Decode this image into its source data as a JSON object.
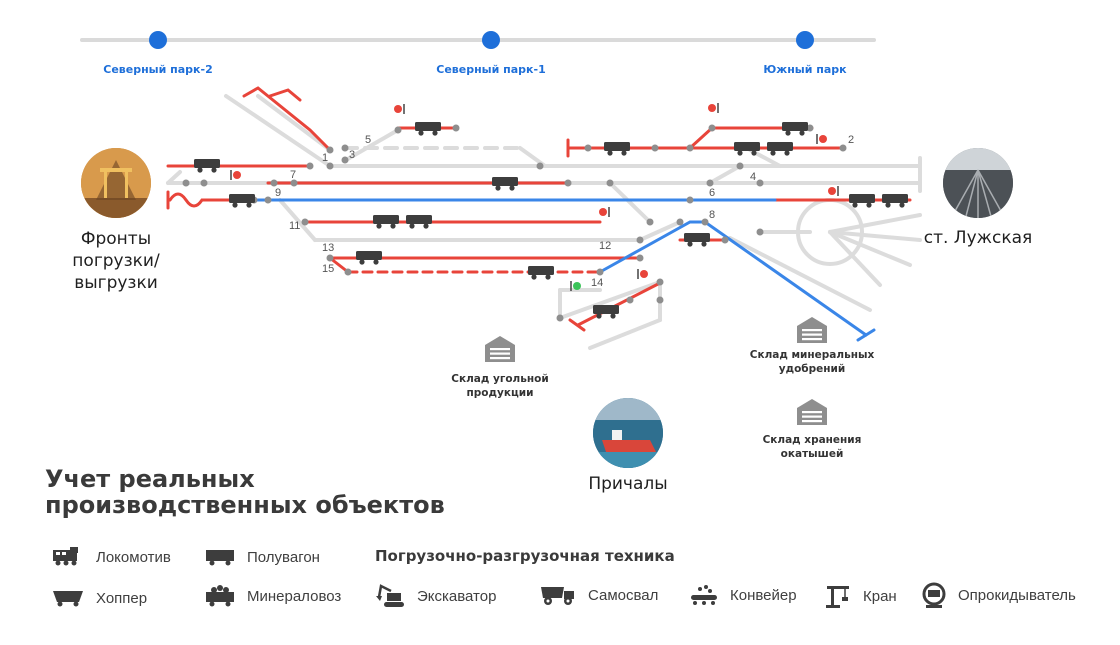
{
  "parks": [
    {
      "label": "Северный парк-2"
    },
    {
      "label": "Северный парк-1"
    },
    {
      "label": "Южный парк"
    }
  ],
  "places": {
    "fronts": [
      "Фронты",
      "погрузки/",
      "выгрузки"
    ],
    "station": "ст. Лужская",
    "berths": "Причалы"
  },
  "warehouses": {
    "coal": [
      "Склад угольной",
      "продукции"
    ],
    "fertilizer": [
      "Склад минеральных",
      "удобрений"
    ],
    "pellets": [
      "Склад хранения",
      "окатышей"
    ]
  },
  "track_numbers": [
    "1",
    "2",
    "3",
    "4",
    "5",
    "6",
    "7",
    "8",
    "9",
    "11",
    "12",
    "13",
    "14",
    "15"
  ],
  "title_lines": [
    "Учет реальных",
    "производственных объектов"
  ],
  "legend": {
    "heading": "Погрузочно-разгрузочная техника",
    "items": [
      {
        "label": "Локомотив",
        "icon": "locomotive-icon"
      },
      {
        "label": "Полувагон",
        "icon": "gondola-icon"
      },
      {
        "label": "Хоппер",
        "icon": "hopper-icon"
      },
      {
        "label": "Минераловоз",
        "icon": "mineral-car-icon"
      },
      {
        "label": "Экскаватор",
        "icon": "excavator-icon"
      },
      {
        "label": "Самосвал",
        "icon": "dump-truck-icon"
      },
      {
        "label": "Конвейер",
        "icon": "conveyor-icon"
      },
      {
        "label": "Кран",
        "icon": "crane-icon"
      },
      {
        "label": "Опрокидыватель",
        "icon": "tipper-icon"
      }
    ]
  },
  "colors": {
    "occupied_track": "#e8443a",
    "route_track": "#3a86e8",
    "free_track": "#dcdcdc",
    "park_marker": "#1e6fd9",
    "car": "#3d3d3d"
  }
}
